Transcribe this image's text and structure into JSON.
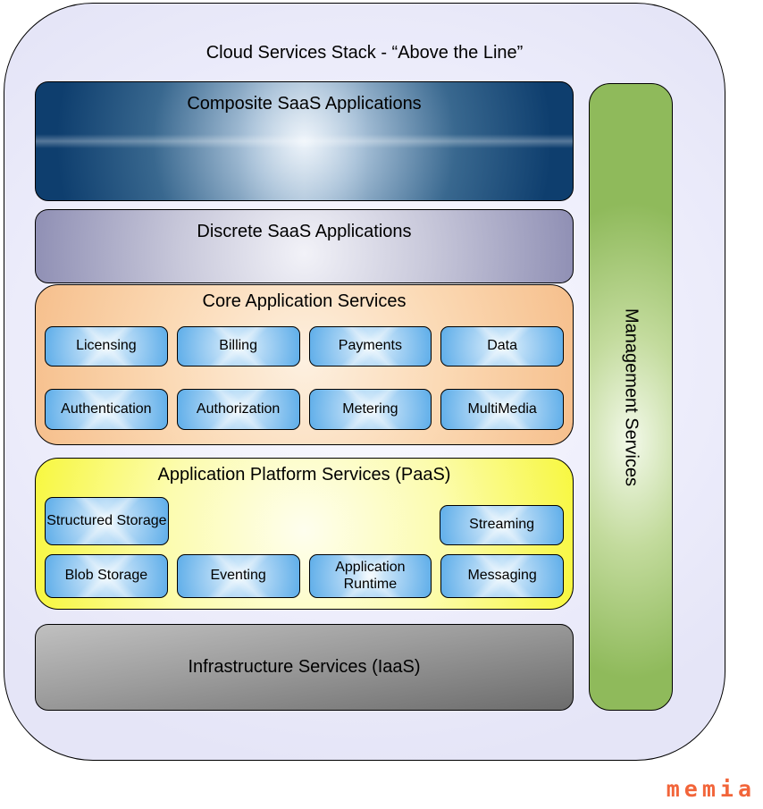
{
  "title": "Cloud Services Stack - “Above the Line”",
  "layers": {
    "composite": {
      "label": "Composite SaaS Applications"
    },
    "discrete": {
      "label": "Discrete SaaS Applications"
    },
    "core": {
      "title": "Core Application Services",
      "row1": [
        "Licensing",
        "Billing",
        "Payments",
        "Data"
      ],
      "row2": [
        "Authentication",
        "Authorization",
        "Metering",
        "MultiMedia"
      ]
    },
    "paas": {
      "title": "Application Platform Services (PaaS)",
      "row1": [
        "Structured Storage",
        "Streaming"
      ],
      "row2": [
        "Blob Storage",
        "Eventing",
        "Application Runtime",
        "Messaging"
      ]
    },
    "iaas": {
      "label": "Infrastructure Services (IaaS)"
    },
    "management": {
      "label": "Management Services"
    }
  },
  "watermark": "memia",
  "colors": {
    "composite_blue": "#0e3e6e",
    "discrete_purple": "#8f8fb4",
    "core_orange": "#f6bf8c",
    "paas_yellow": "#f7f73e",
    "iaas_gray": "#8c8c8c",
    "management_green": "#8fba5b",
    "chip_blue": "#5dade9",
    "outer_lavender": "#e5e5f7",
    "watermark_orange": "#f2653a"
  }
}
